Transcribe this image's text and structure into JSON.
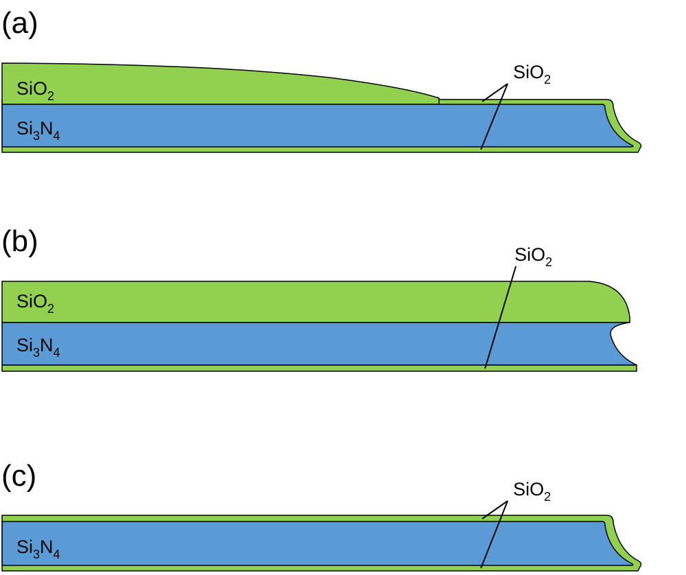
{
  "colors": {
    "sio2": "#92d050",
    "si3n4": "#5b9bd5",
    "outline": "#000000"
  },
  "panels": [
    {
      "label": "(a)",
      "sio2_label": {
        "main": "SiO",
        "sub": "2"
      },
      "si3n4_label": {
        "a": "Si",
        "sub1": "3",
        "b": "N",
        "sub2": "4"
      },
      "callout": {
        "main": "SiO",
        "sub": "2"
      }
    },
    {
      "label": "(b)",
      "sio2_label": {
        "main": "SiO",
        "sub": "2"
      },
      "si3n4_label": {
        "a": "Si",
        "sub1": "3",
        "b": "N",
        "sub2": "4"
      },
      "callout": {
        "main": "SiO",
        "sub": "2"
      }
    },
    {
      "label": "(c)",
      "si3n4_label": {
        "a": "Si",
        "sub1": "3",
        "b": "N",
        "sub2": "4"
      },
      "callout": {
        "main": "SiO",
        "sub": "2"
      }
    }
  ]
}
